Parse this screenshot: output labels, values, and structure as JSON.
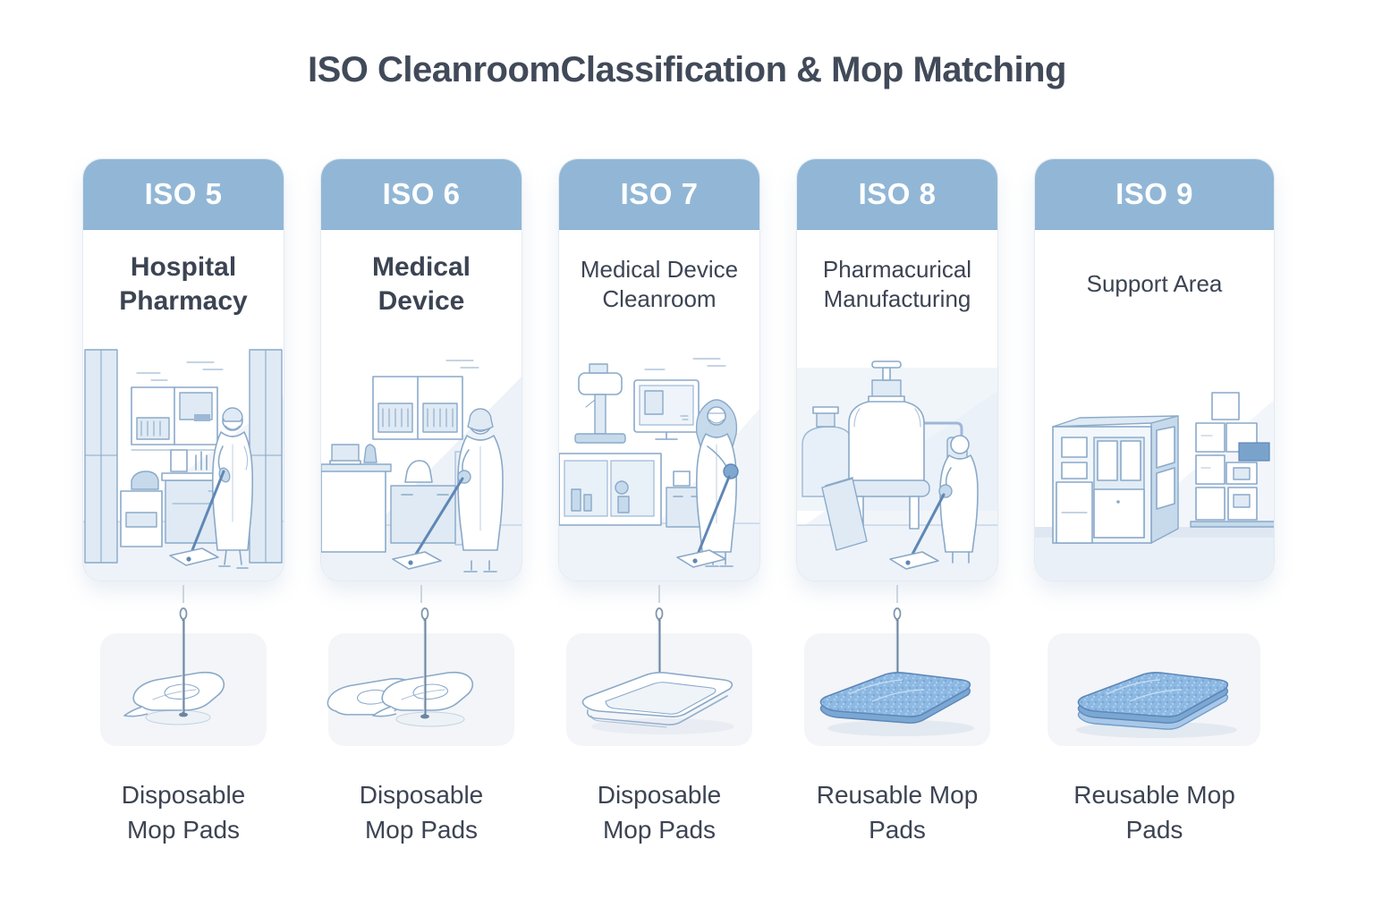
{
  "title": "ISO CleanroomClassification & Mop Matching",
  "colors": {
    "header_blue": "#92b7d6",
    "header_text": "#ffffff",
    "body_text": "#3c4453",
    "card_border": "#e4eaf1",
    "pad_box_bg": "#f3f5f8",
    "lineart_blue": "#8aa9c9",
    "reusable_pad_blue": "#8cb8e2",
    "mop_pole": "#5f87b5"
  },
  "columns": [
    {
      "iso_label": "ISO 5",
      "area": "Hospital Pharmacy",
      "illustration": "gowned-worker-mopping-hospital-pharmacy",
      "has_connector": true,
      "pad_style": "disposable-folded-single",
      "pad_label": "Disposable Mop Pads"
    },
    {
      "iso_label": "ISO 6",
      "area": "Medical Device",
      "illustration": "hooded-worker-mopping-medical-device-lab",
      "has_connector": true,
      "pad_style": "disposable-folded-pair",
      "pad_label": "Disposable Mop Pads"
    },
    {
      "iso_label": "ISO 7",
      "area": "Medical Device Cleanroom",
      "illustration": "worker-mopping-cleanroom-with-monitor",
      "has_connector": true,
      "pad_style": "disposable-flat-pad",
      "pad_label": "Disposable Mop Pads"
    },
    {
      "iso_label": "ISO 8",
      "area": "Pharmacurical Manufacturing",
      "illustration": "worker-mopping-beside-process-tanks",
      "has_connector": true,
      "pad_style": "reusable-microfiber-pad-with-pole",
      "pad_label": "Reusable Mop Pads"
    },
    {
      "iso_label": "ISO 9",
      "area": "Support Area",
      "illustration": "support-area-booth-and-storage-shelves",
      "has_connector": false,
      "pad_style": "reusable-microfiber-pad",
      "pad_label": "Reusable Mop Pads"
    }
  ]
}
